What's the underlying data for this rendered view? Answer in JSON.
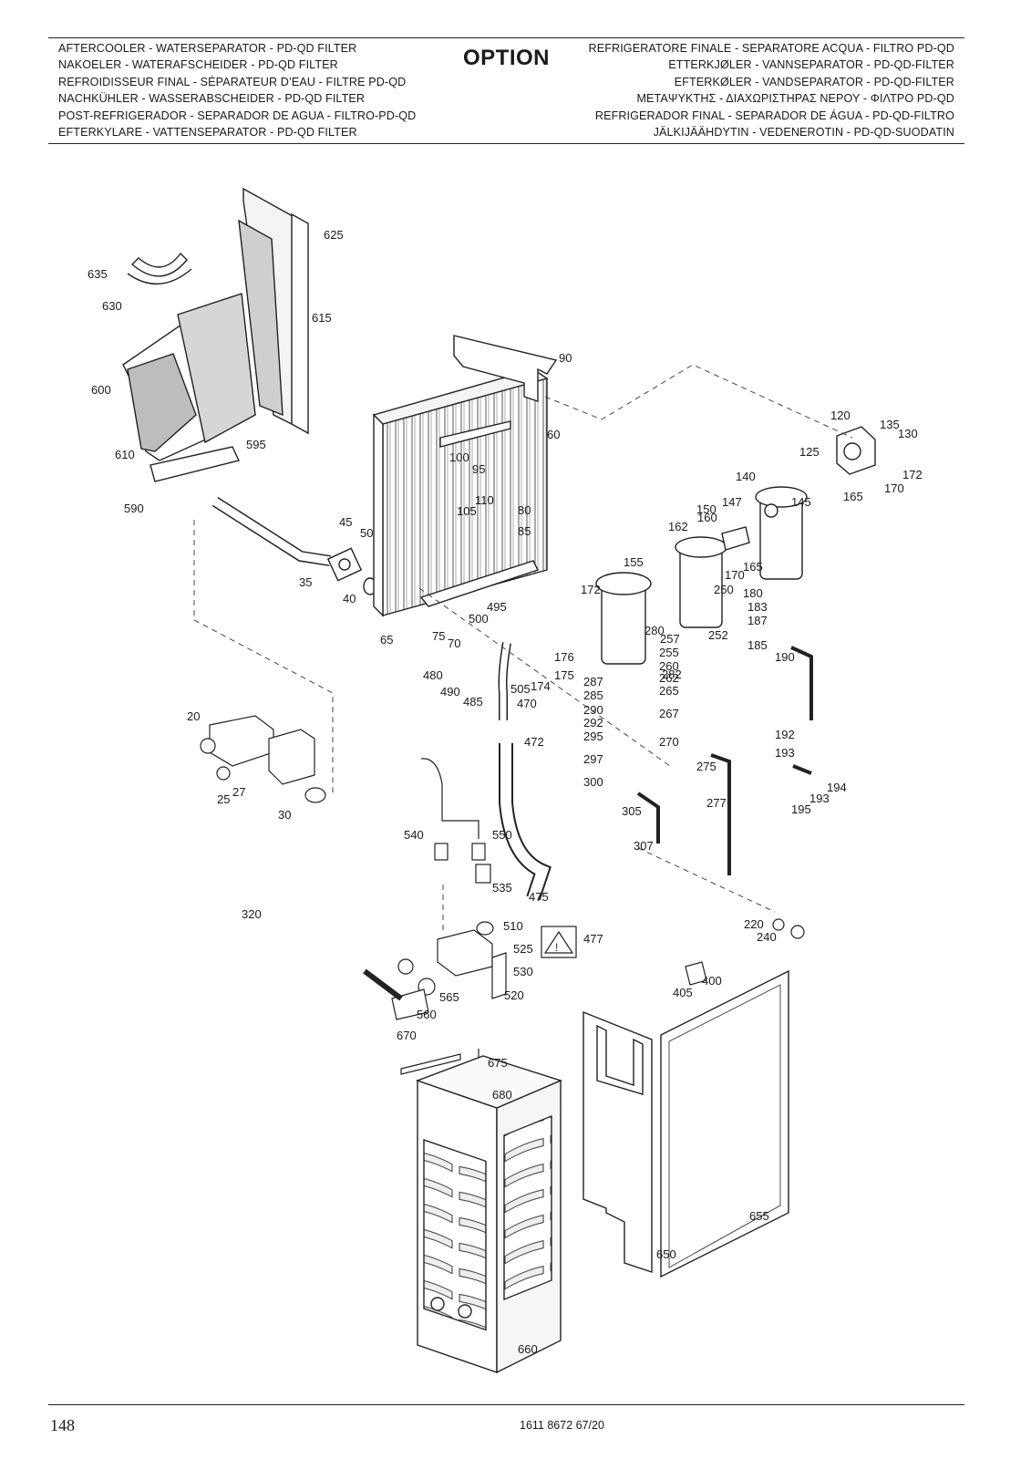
{
  "header": {
    "left_lines": [
      "AFTERCOOLER - WATERSEPARATOR - PD-QD FILTER",
      "NAKOELER - WATERAFSCHEIDER - PD-QD FILTER",
      "REFROIDISSEUR FINAL - SÉPARATEUR D’EAU - FILTRE PD-QD",
      "NACHKÜHLER - WASSERABSCHEIDER - PD-QD FILTER",
      "POST-REFRIGERADOR - SEPARADOR DE AGUA - FILTRO-PD-QD",
      "EFTERKYLARE - VATTENSEPARATOR - PD-QD FILTER"
    ],
    "option_label": "OPTION",
    "right_lines": [
      "REFRIGERATORE FINALE - SEPARATORE ACQUA - FILTRO PD-QD",
      "ETTERKJØLER - VANNSEPARATOR - PD-QD-FILTER",
      "EFTERKØLER - VANDSEPARATOR - PD-QD-FILTER",
      "ΜΕΤΑΨΥΚΤΗΣ - ΔΙΑΧΩΡΙΣΤΗΡΑΣ ΝΕΡΟΥ - ΦΙΛΤΡΟ PD-QD",
      "REFRIGERADOR FINAL - SEPARADOR DE ÁGUA - PD-QD-FILTRO",
      "JÄLKIJÄÄHDYTIN - VEDENEROTIN - PD-QD-SUODATIN"
    ]
  },
  "callouts": [
    "625",
    "635",
    "630",
    "615",
    "600",
    "610",
    "595",
    "590",
    "90",
    "60",
    "100",
    "95",
    "110",
    "105",
    "80",
    "85",
    "45",
    "50",
    "35",
    "40",
    "120",
    "135",
    "130",
    "125",
    "172",
    "170",
    "165",
    "145",
    "140",
    "147",
    "150",
    "160",
    "162",
    "155",
    "172",
    "170",
    "165",
    "250",
    "180",
    "183",
    "187",
    "185",
    "190",
    "252",
    "257",
    "255",
    "260",
    "262",
    "265",
    "267",
    "270",
    "280",
    "282",
    "287",
    "285",
    "290",
    "292",
    "295",
    "297",
    "300",
    "305",
    "307",
    "275",
    "277",
    "192",
    "193",
    "194",
    "193",
    "195",
    "65",
    "75",
    "70",
    "495",
    "500",
    "176",
    "175",
    "174",
    "505",
    "480",
    "490",
    "485",
    "470",
    "472",
    "20",
    "27",
    "25",
    "30",
    "540",
    "550",
    "535",
    "475",
    "320",
    "510",
    "525",
    "530",
    "520",
    "477",
    "565",
    "560",
    "220",
    "240",
    "400",
    "405",
    "670",
    "675",
    "680",
    "650",
    "655",
    "660"
  ],
  "footer": {
    "page_number": "148",
    "doc_number": "1611 8672 67/20"
  }
}
